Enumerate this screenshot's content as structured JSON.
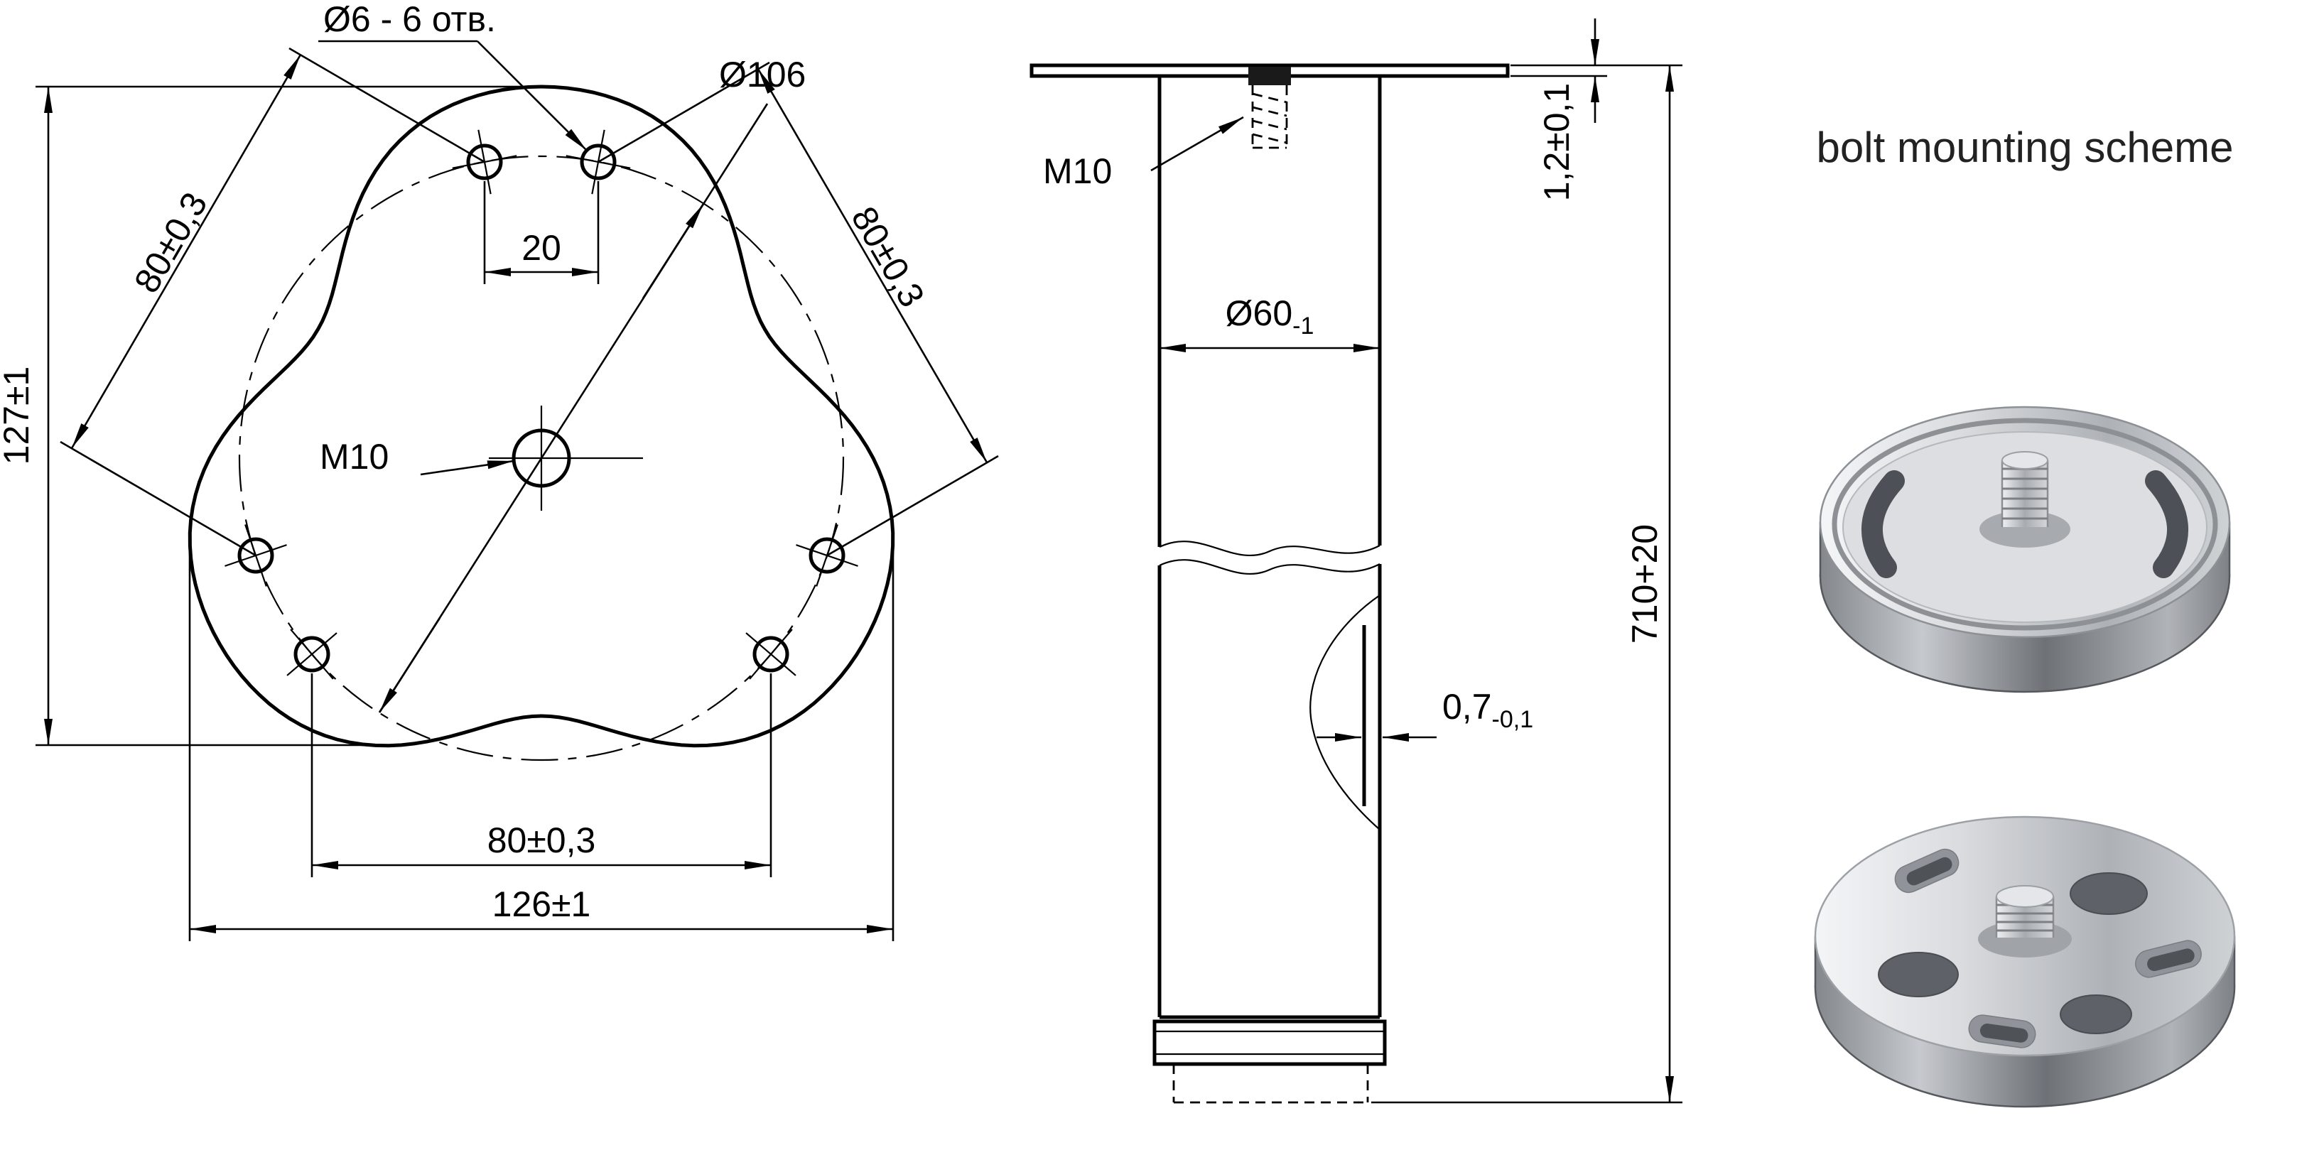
{
  "left_view": {
    "holes_label": "Ø6 - 6 отв.",
    "bolt_circle_diameter": "Ø106",
    "hole_spacing": "80±0,3",
    "pair_spacing": "20",
    "height_dim": "127±1",
    "width_dim": "126±1",
    "center_thread": "M10"
  },
  "side_view": {
    "thread_label": "M10",
    "tube_diameter": "Ø60",
    "tube_diameter_tolerance": "-1",
    "plate_thickness": "1,2±0,1",
    "leg_height": "710+20",
    "wall_thickness": "0,7",
    "wall_thickness_tolerance": "-0,1"
  },
  "scheme": {
    "title": "bolt mounting scheme"
  },
  "colors": {
    "line": "#000000",
    "background": "#ffffff",
    "metal_light": "#e9ebee",
    "metal_dark": "#7d8187"
  }
}
